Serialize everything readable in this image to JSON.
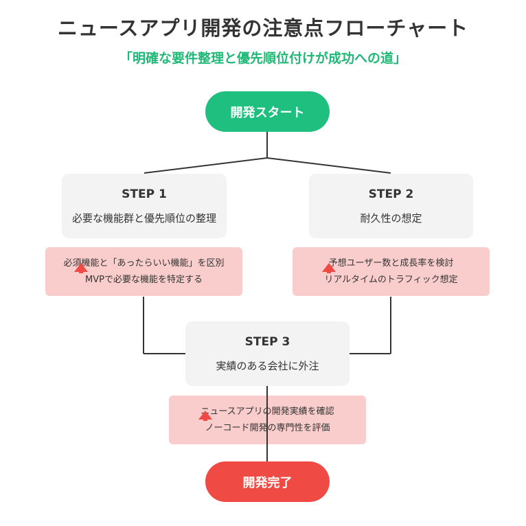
{
  "title": "ニュースアプリ開発の注意点フローチャート",
  "subtitle": "「明確な要件整理と優先順位付けが成功への道」",
  "start": {
    "label": "開発スタート"
  },
  "steps": [
    {
      "title": "STEP 1",
      "desc": "必要な機能群と優先順位の整理",
      "notes": [
        "必須機能と「あったらいい機能」を区別",
        "MVPで必要な機能を特定する"
      ]
    },
    {
      "title": "STEP 2",
      "desc": "耐久性の想定",
      "notes": [
        "予想ユーザー数と成長率を検討",
        "リアルタイムのトラフィック想定"
      ]
    },
    {
      "title": "STEP 3",
      "desc": "実績のある会社に外注",
      "notes": [
        "ニュースアプリの開発実績を確認",
        "ノーコード開発の専門性を評価"
      ]
    }
  ],
  "end": {
    "label": "開発完了"
  },
  "colors": {
    "start": "#1fbf7f",
    "end": "#f04a45",
    "subtitle": "#1fb876",
    "step_box": "#f3f3f3",
    "note_box": "#f9cdcc",
    "arrow": "#f04a45",
    "line": "#333333"
  }
}
